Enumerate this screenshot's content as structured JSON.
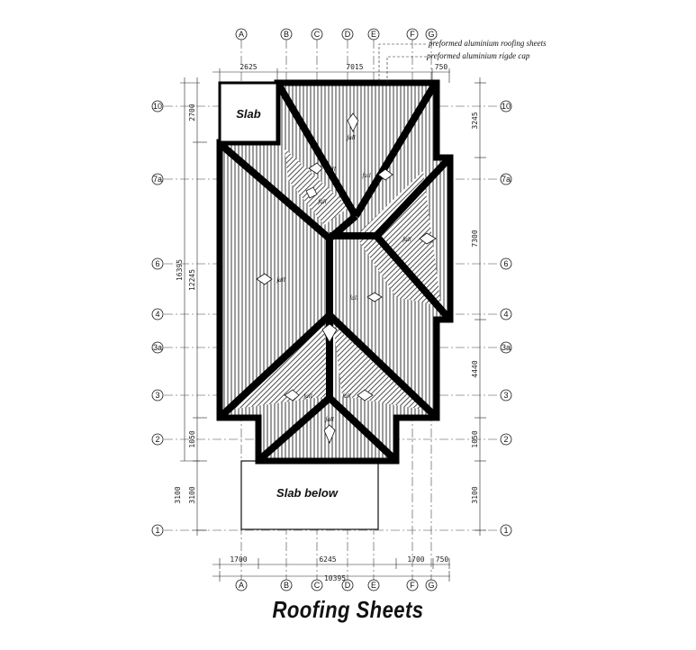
{
  "title": "Roofing Sheets",
  "notes": {
    "sheets": "preformed aluminium roofing sheets",
    "ridge_cap": "preformed aluminium rigde cap"
  },
  "labels": {
    "slab": "Slab",
    "slab_below": "Slab below",
    "fall": "fall"
  },
  "grid_columns": [
    "A",
    "B",
    "C",
    "D",
    "E",
    "F",
    "G"
  ],
  "grid_rows": [
    "10",
    "7a",
    "6",
    "4",
    "3a",
    "3",
    "2",
    "1"
  ],
  "dimensions": {
    "top": [
      "2625",
      "7015",
      "750"
    ],
    "bottom": [
      "1700",
      "6245",
      "1700",
      "750"
    ],
    "bottom_total": "10395",
    "left_outer": "16395",
    "left_inner": [
      "2700",
      "12245",
      "1050",
      "3100",
      "3100"
    ],
    "right": [
      "3245",
      "7300",
      "4440",
      "1050",
      "3100"
    ]
  }
}
